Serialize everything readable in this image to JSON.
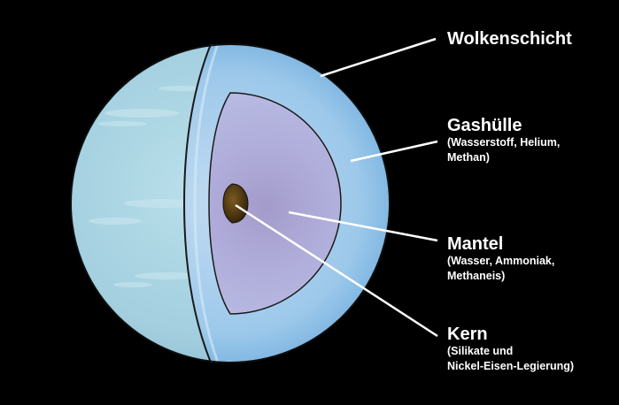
{
  "labels": [
    {
      "id": "cloud",
      "title": "Wolkenschicht",
      "subtitle": []
    },
    {
      "id": "gas",
      "title": "Gashülle",
      "subtitle": [
        "(Wasserstoff, Helium,",
        "Methan)"
      ]
    },
    {
      "id": "mantle",
      "title": "Mantel",
      "subtitle": [
        "(Wasser, Ammoniak,",
        "Methaneis)"
      ]
    },
    {
      "id": "core",
      "title": "Kern",
      "subtitle": [
        "(Silikate und",
        "Nickel-Eisen-Legierung)"
      ]
    }
  ],
  "colors": {
    "background": "#000000",
    "surface": "#a9d3e2",
    "cloud_band": "#c9e6f0",
    "cloud_layer": "#8ec3e6",
    "gas_envelope": "#9fcbec",
    "mantle": "#b4b6e0",
    "mantle_center": "#a7a1cf",
    "core": "#4a3510",
    "outline": "#1a1a1a",
    "text": "#ffffff"
  }
}
